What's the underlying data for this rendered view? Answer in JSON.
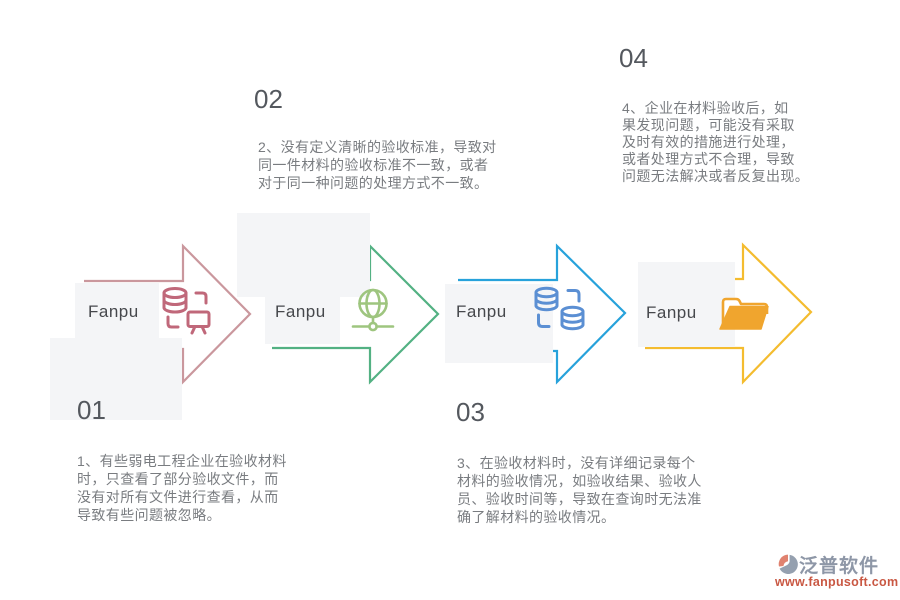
{
  "canvas": {
    "background": "#ffffff"
  },
  "steps": [
    {
      "number": "01",
      "label": "Fanpu",
      "icon": "database-monitor-sync-icon",
      "arrow_color": "#ca979d",
      "icon_color": "#c0687a",
      "description": "1、有些弱电工程企业在验收材料\n时，只查看了部分验收文件，而\n没有对所有文件进行查看，从而\n导致有些问题被忽略。"
    },
    {
      "number": "02",
      "label": "Fanpu",
      "icon": "globe-network-icon",
      "arrow_color": "#53b183",
      "icon_color": "#9ec57f",
      "description": "2、没有定义清晰的验收标准，导致对\n同一件材料的验收标准不一致，或者\n对于同一种问题的处理方式不一致。"
    },
    {
      "number": "03",
      "label": "Fanpu",
      "icon": "database-transfer-icon",
      "arrow_color": "#27a2db",
      "icon_color": "#5b8fd3",
      "description": "3、在验收材料时，没有详细记录每个\n材料的验收情况，如验收结果、验收人\n员、验收时间等，导致在查询时无法准\n确了解材料的验收情况。"
    },
    {
      "number": "04",
      "label": "Fanpu",
      "icon": "open-folder-icon",
      "arrow_color": "#f4bc2f",
      "icon_color": "#f0a52e",
      "description": "4、企业在材料验收后，如\n果发现问题，可能没有采取\n及时有效的措施进行处理，\n或者处理方式不合理，导致\n问题无法解决或者反复出现。"
    }
  ],
  "watermark": {
    "brand": "泛普软件",
    "url": "www.fanpusoft.com",
    "brand_color": "#8e97a7",
    "url_color": "#c95843",
    "logo_icon": "fanpu-logo-icon"
  }
}
